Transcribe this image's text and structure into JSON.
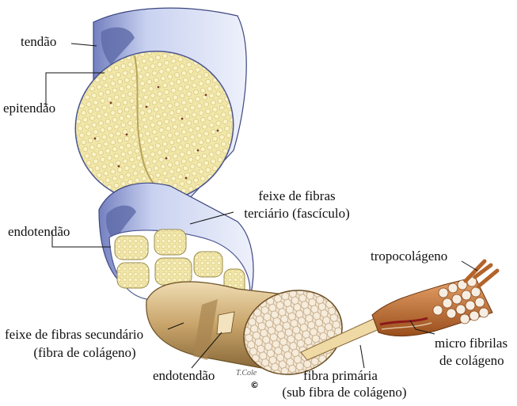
{
  "labels": {
    "tendao": "tendão",
    "epitendao": "epitendão",
    "endotendao_top": "endotendão",
    "feixe_terciario_1": "feixe de fibras",
    "feixe_terciario_2": "terciário (fascículo)",
    "tropocolageno": "tropocolágeno",
    "feixe_secundario_1": "feixe de fibras secundário",
    "feixe_secundario_2": "(fibra de colágeno)",
    "micro_fibrilas_1": "micro fibrilas",
    "micro_fibrilas_2": "de colágeno",
    "endotendao_bottom": "endotendão",
    "fibra_primaria_1": "fibra primária",
    "fibra_primaria_2": "(sub fibra de colágeno)"
  },
  "signature": "T.Cole",
  "copyright": "©",
  "colors": {
    "sheath": "#b8c3e6",
    "sheath_dark": "#5d6aa8",
    "fiber_fill": "#f1e7a9",
    "fiber_dots": "#c9b56a",
    "tan": "#c8a46a",
    "tan_dark": "#8a6a3a",
    "rope": "#c9793a",
    "rope_light": "#f3e9dc"
  }
}
